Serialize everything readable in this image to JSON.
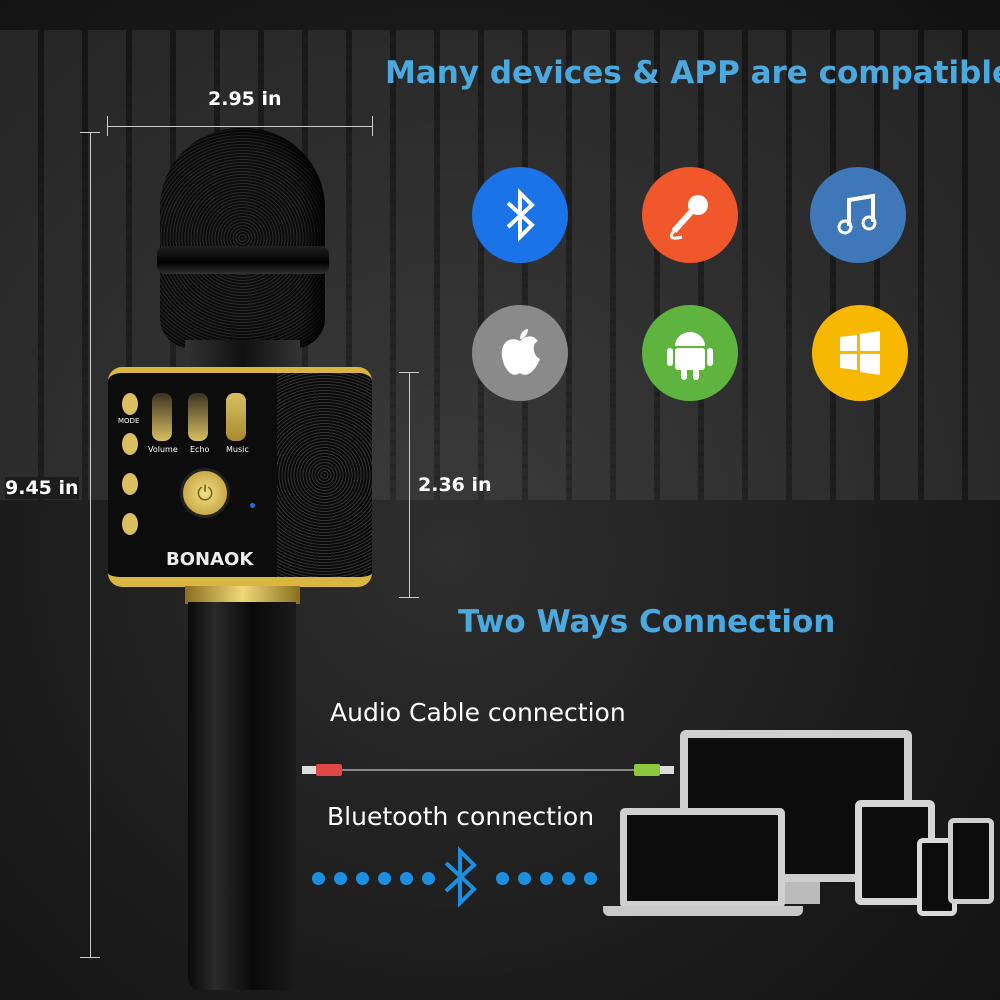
{
  "header": {
    "title": "Many devices & APP  are compatible"
  },
  "dimensions": {
    "width": "2.95 in",
    "height": "9.45 in",
    "body_height": "2.36 in"
  },
  "product": {
    "brand": "BONAOK",
    "controls": [
      "MODE",
      "Volume",
      "Echo",
      "Music"
    ]
  },
  "compat_icons": [
    {
      "name": "bluetooth-icon",
      "color": "#1a74e8"
    },
    {
      "name": "microphone-app-icon",
      "color": "#f0572a"
    },
    {
      "name": "music-note-icon",
      "color": "#3e78b8"
    },
    {
      "name": "apple-icon",
      "color": "#8a8a8a"
    },
    {
      "name": "android-icon",
      "color": "#5fb33f"
    },
    {
      "name": "windows-icon",
      "color": "#f6b800"
    }
  ],
  "connection": {
    "title": "Two Ways Connection",
    "audio_cable": "Audio Cable connection",
    "bluetooth": "Bluetooth connection"
  },
  "colors": {
    "accent": "#4ca9e0",
    "bt_dots": "#1e8fe0"
  }
}
